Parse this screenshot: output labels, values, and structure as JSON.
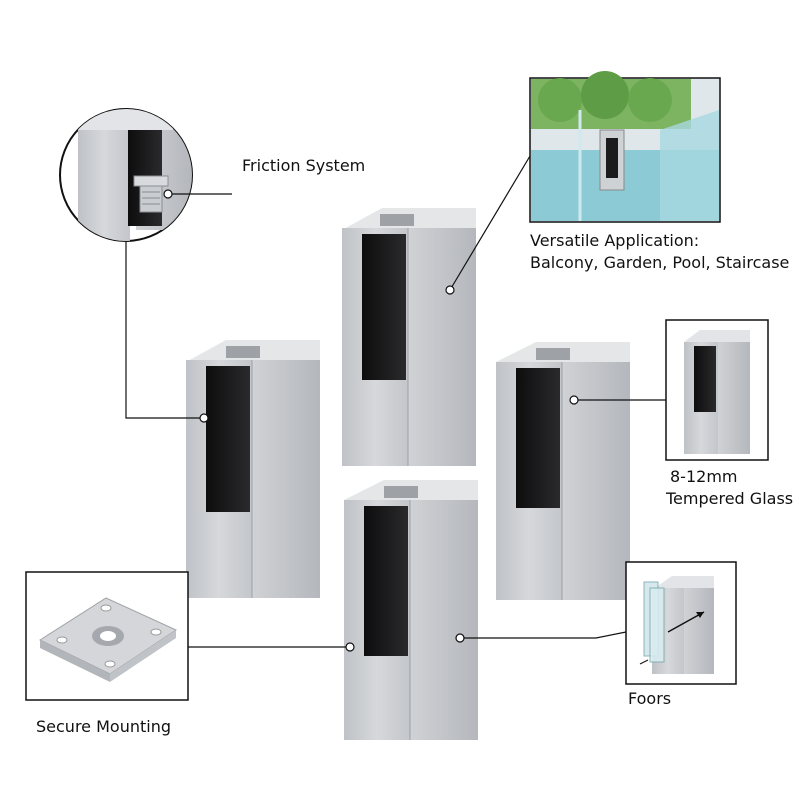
{
  "callouts": {
    "friction_system": "Friction System",
    "versatile_title": "Versatile Application:",
    "versatile_detail": "Balcony, Garden, Pool, Staircase",
    "glass_thickness": "8-12mm",
    "glass_type": "Tempered Glass",
    "secure_mounting": "Secure Mounting",
    "foors": "Foors"
  },
  "colors": {
    "steel_front": "#c9ccd0",
    "steel_side": "#b7babf",
    "steel_top": "#e1e3e6",
    "rubber": "#1b1b1d",
    "line": "#222222",
    "pool_water": "#8ccbd6",
    "hedge": "#6aa84f"
  }
}
